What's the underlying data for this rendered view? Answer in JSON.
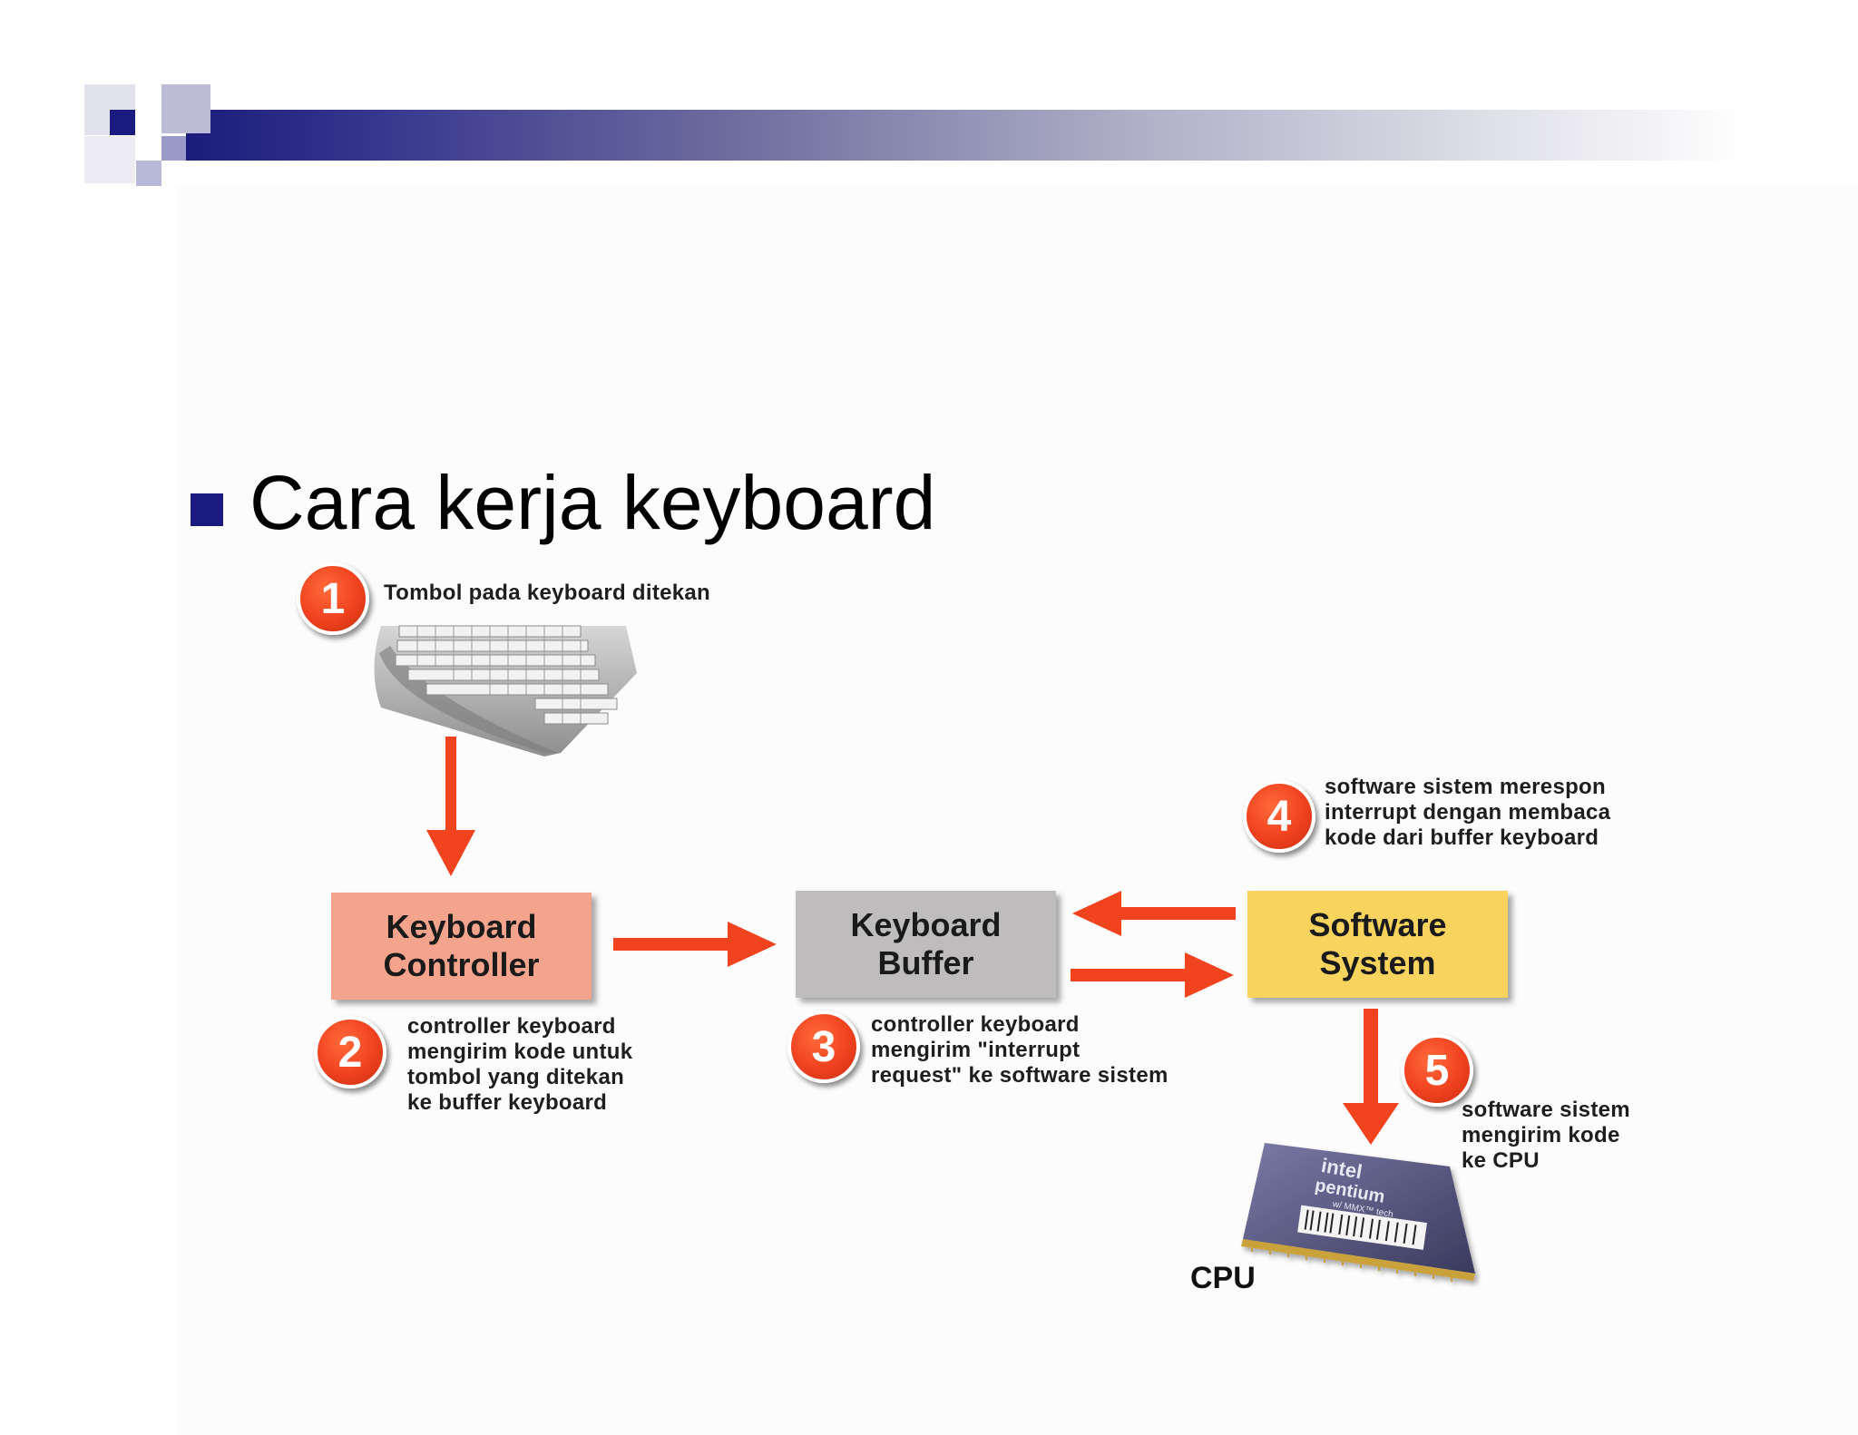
{
  "slide": {
    "title": "Cara kerja keyboard"
  },
  "diagram": {
    "steps": [
      {
        "number": "1",
        "text": "Tombol pada keyboard ditekan"
      },
      {
        "number": "2",
        "text": "controller keyboard\nmengirim kode untuk\ntombol yang ditekan\nke buffer keyboard"
      },
      {
        "number": "3",
        "text": "controller keyboard\nmengirim \"interrupt\nrequest\" ke software sistem"
      },
      {
        "number": "4",
        "text": "software sistem merespon\ninterrupt dengan membaca\nkode dari buffer keyboard"
      },
      {
        "number": "5",
        "text": "software sistem\nmengirim kode\nke CPU"
      }
    ],
    "boxes": {
      "controller": "Keyboard\nController",
      "buffer": "Keyboard\nBuffer",
      "software": "Software\nSystem"
    },
    "cpu_label": "CPU",
    "cpu_chip_text": [
      "intel",
      "pentium",
      "w/ MMX™ tech"
    ]
  },
  "colors": {
    "arrow": "#f0431e",
    "badge": "#f0411f",
    "controller_box": "#f4a48d",
    "buffer_box": "#bebcbc",
    "software_box": "#f8d35e",
    "header_bar": "#1c1c7c",
    "bullet": "#1a1a80"
  },
  "icons": [
    "keyboard-image",
    "cpu-chip-image"
  ]
}
